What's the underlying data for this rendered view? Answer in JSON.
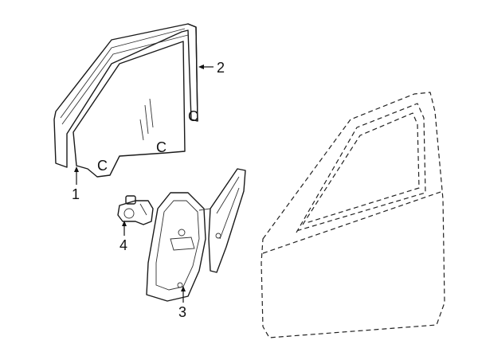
{
  "callouts": [
    {
      "id": "1",
      "label": "1"
    },
    {
      "id": "2",
      "label": "2"
    },
    {
      "id": "3",
      "label": "3"
    },
    {
      "id": "4",
      "label": "4"
    }
  ],
  "glass_marks": [
    "C",
    "C",
    "C"
  ],
  "colors": {
    "line": "#1a1a1a",
    "background": "#ffffff"
  }
}
